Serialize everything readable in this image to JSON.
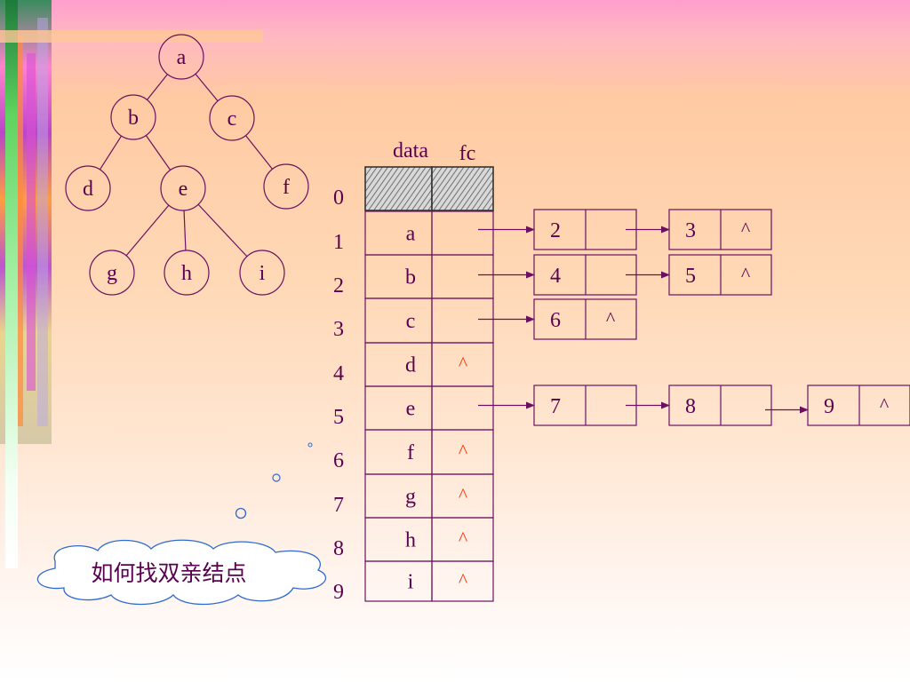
{
  "tree": {
    "nodes": [
      {
        "id": "a",
        "label": "a"
      },
      {
        "id": "b",
        "label": "b"
      },
      {
        "id": "c",
        "label": "c"
      },
      {
        "id": "d",
        "label": "d"
      },
      {
        "id": "e",
        "label": "e"
      },
      {
        "id": "f",
        "label": "f"
      },
      {
        "id": "g",
        "label": "g"
      },
      {
        "id": "h",
        "label": "h"
      },
      {
        "id": "i",
        "label": "i"
      }
    ],
    "edges": [
      [
        "a",
        "b"
      ],
      [
        "a",
        "c"
      ],
      [
        "b",
        "d"
      ],
      [
        "b",
        "e"
      ],
      [
        "c",
        "f"
      ],
      [
        "e",
        "g"
      ],
      [
        "e",
        "h"
      ],
      [
        "e",
        "i"
      ]
    ]
  },
  "table": {
    "headers": {
      "data": "data",
      "fc": "fc"
    },
    "rows": [
      {
        "index": "0",
        "data": "",
        "fc": "",
        "hatched": true
      },
      {
        "index": "1",
        "data": "a",
        "fc": ""
      },
      {
        "index": "2",
        "data": "b",
        "fc": ""
      },
      {
        "index": "3",
        "data": "c",
        "fc": ""
      },
      {
        "index": "4",
        "data": "d",
        "fc": "^"
      },
      {
        "index": "5",
        "data": "e",
        "fc": ""
      },
      {
        "index": "6",
        "data": "f",
        "fc": "^"
      },
      {
        "index": "7",
        "data": "g",
        "fc": "^"
      },
      {
        "index": "8",
        "data": "h",
        "fc": "^"
      },
      {
        "index": "9",
        "data": "i",
        "fc": "^"
      }
    ]
  },
  "child_lists": [
    {
      "row": "1",
      "nodes": [
        {
          "child": "2",
          "next": ""
        },
        {
          "child": "3",
          "next": "^"
        }
      ]
    },
    {
      "row": "2",
      "nodes": [
        {
          "child": "4",
          "next": ""
        },
        {
          "child": "5",
          "next": "^"
        }
      ]
    },
    {
      "row": "3",
      "nodes": [
        {
          "child": "6",
          "next": "^"
        }
      ]
    },
    {
      "row": "5",
      "nodes": [
        {
          "child": "7",
          "next": ""
        },
        {
          "child": "8",
          "next": ""
        },
        {
          "child": "9",
          "next": "^"
        }
      ]
    }
  ],
  "callout": {
    "text": "如何找双亲结点"
  },
  "colors": {
    "ink": "#5a0050",
    "null_marker": "#ff3300",
    "line": "#6b1060"
  }
}
